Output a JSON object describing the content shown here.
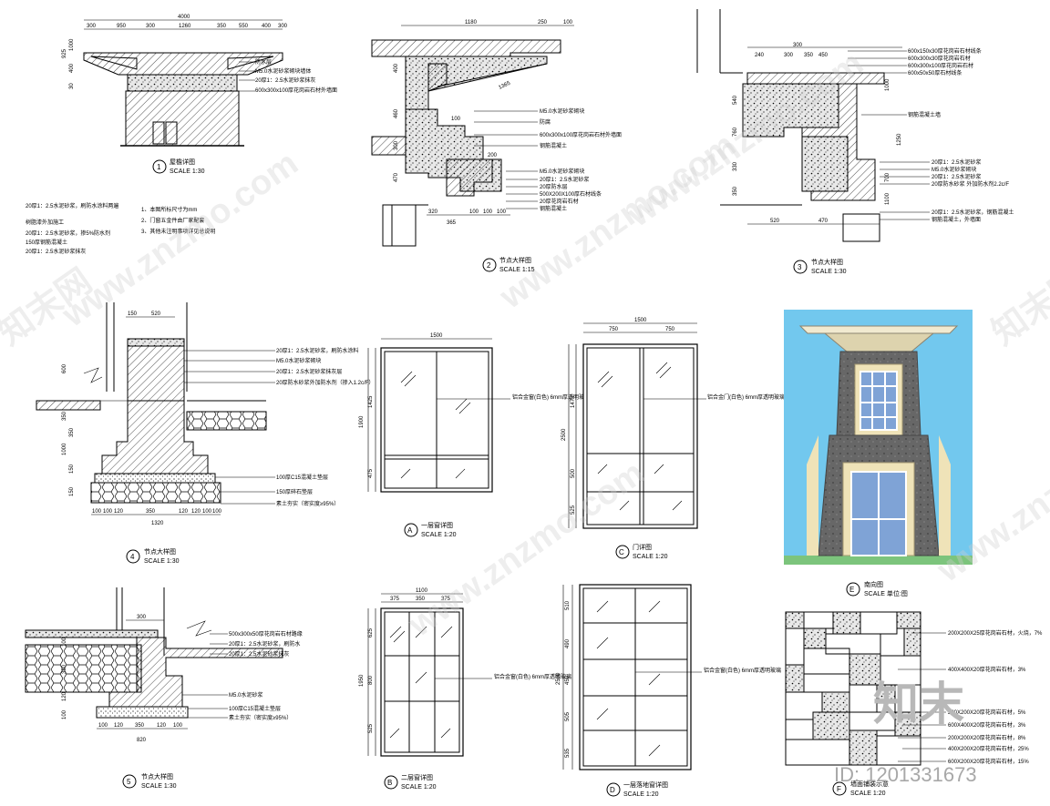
{
  "legend_notes": [
    "20厚1：2.5水泥砂浆，刷防水涂料两遍",
    "树脂漆外加施工",
    "20厚1：2.5水泥砂浆，掺5%防水剂",
    "150厚钢筋混凝土",
    "20厚1：2.5水泥砂浆抹灰"
  ],
  "legend_notes2": [
    "1、本图所标尺寸为mm",
    "2、门窗五金件由厂家配套",
    "3、其他未注明事项详见总说明"
  ],
  "panels": {
    "p1": {
      "num": "1",
      "title": "屋檐详图",
      "scale": "SCALE  1:30",
      "dims_top": [
        "4000"
      ],
      "dims_sub": [
        "300",
        "950",
        "300",
        "1260",
        "350",
        "550",
        "400",
        "300"
      ],
      "dims_left": [
        "925",
        "1000",
        "400",
        "30"
      ],
      "labels": [
        "防水层",
        "M5.0水泥砂浆砌块墙体",
        "20厚1：2.5水泥砂浆抹灰",
        "600x300x100厚花岗岩石材外墙面"
      ]
    },
    "p2": {
      "num": "2",
      "title": "节点大样图",
      "scale": "SCALE  1:15",
      "dims_top": [
        "1180",
        "250",
        "100"
      ],
      "dims_left": [
        "400",
        "460",
        "300",
        "470"
      ],
      "dims_bottom": [
        "320",
        "365",
        "100",
        "100",
        "100"
      ],
      "labels": [
        "M5.0水泥砂浆砌块",
        "防腐",
        "600x300x100厚花岗岩石材外墙面",
        "钢筋混凝土",
        "M5.0水泥砂浆砌块",
        "20厚1：2.5水泥砂浆",
        "20厚防水层",
        "500X200X100厚石材线条",
        "20厚花岗岩石材",
        "钢筋混凝土"
      ],
      "dim_mid": [
        "1365",
        "200",
        "100"
      ]
    },
    "p3": {
      "num": "3",
      "title": "节点大样图",
      "scale": "SCALE  1:30",
      "dims_top": [
        "300",
        "240",
        "300",
        "350",
        "450"
      ],
      "dims_left": [
        "540",
        "760",
        "330",
        "350"
      ],
      "dims_bottom": [
        "520",
        "470"
      ],
      "labels": [
        "600x150x30厚花岗岩石材线条",
        "600x300x30厚花岗岩石材",
        "600x300x100厚花岗岩石材",
        "600x50x50厚石材线条",
        "钢筋混凝土墙",
        "20厚1：2.5水泥砂浆",
        "M5.0水泥砂浆砌块",
        "20厚1：2.5水泥砂浆",
        "20厚防水砂浆 外加防水剂2.2c/F",
        "20厚1：2.5水泥砂浆，钢筋混凝土",
        "钢筋混凝土，外墙面"
      ],
      "dims_right": [
        "1000",
        "1250",
        "700",
        "1100"
      ]
    },
    "p4": {
      "num": "4",
      "title": "节点大样图",
      "scale": "SCALE  1:30",
      "dims_top": [
        "150",
        "520"
      ],
      "dims_left": [
        "600",
        "350",
        "1000",
        "350",
        "150",
        "150"
      ],
      "dims_bottom": [
        "1320"
      ],
      "dims_bottom_sub": [
        "100",
        "100",
        "120",
        "350",
        "120",
        "120",
        "100",
        "100"
      ],
      "labels": [
        "20厚1：2.5水泥砂浆，刷防水涂料",
        "M5.0水泥砂浆砌块",
        "20厚1：2.5水泥砂浆抹灰层",
        "20厚防水砂浆外加防水剂（掺入1.2c/F）",
        "100厚C15混凝土垫层",
        "150厚碎石垫层",
        "素土夯实（密实度≥95%）"
      ]
    },
    "A": {
      "num": "A",
      "title": "一层窗详图",
      "scale": "SCALE  1:20",
      "width": "1500",
      "height": "1900",
      "sub_h": [
        "1425",
        "475"
      ],
      "label": "铝合金窗(白色) 6mm厚透明玻璃"
    },
    "C": {
      "num": "C",
      "title": "门详图",
      "scale": "SCALE  1:20",
      "width": "1500",
      "sub_w": [
        "750",
        "750"
      ],
      "height": "2500",
      "sub_h": [
        "1475",
        "500",
        "525"
      ],
      "label": "铝合金门(白色) 6mm厚透明玻璃"
    },
    "E": {
      "num": "E",
      "title": "南向图",
      "scale": "SCALE  单位:图"
    },
    "p5": {
      "num": "5",
      "title": "节点大样图",
      "scale": "SCALE  1:30",
      "dims_top": [
        "300"
      ],
      "dims_left": [
        "100",
        "350",
        "120",
        "100"
      ],
      "dims_bottom": [
        "820"
      ],
      "dims_bottom_sub": [
        "100",
        "120",
        "350",
        "120",
        "100"
      ],
      "labels": [
        "500x300x50厚花岗岩石材路缘",
        "20厚1：2.5水泥砂浆，刷防水",
        "20厚1：2.5水泥砂浆抹灰",
        "M5.0水泥砂浆",
        "100厚C15混凝土垫层",
        "素土夯实（密实度≥95%）"
      ]
    },
    "B": {
      "num": "B",
      "title": "二层窗详图",
      "scale": "SCALE  1:20",
      "width": "1100",
      "sub_w": [
        "375",
        "350",
        "375"
      ],
      "height": "1950",
      "sub_h": [
        "625",
        "800",
        "525"
      ],
      "label": "铝合金窗(白色) 6mm厚透明玻璃"
    },
    "D": {
      "num": "D",
      "title": "一层落地窗详图",
      "scale": "SCALE  1:20",
      "height": "2500",
      "sub_h": [
        "510",
        "490",
        "450",
        "505",
        "535"
      ],
      "label": "铝合金窗(白色) 6mm厚透明玻璃"
    },
    "F": {
      "num": "F",
      "title": "墙面铺装示意",
      "scale": "SCALE  1:20",
      "labels": [
        "200X200X25厚花岗岩石材，火烧，7%",
        "400X400X20厚花岗岩石材，3%",
        "200X200X20厚花岗岩石材，5%",
        "600X400X20厚花岗岩石材，3%",
        "200X200X20厚花岗岩石材，8%",
        "400X200X20厚花岗岩石材，25%",
        "600X200X20厚花岗岩石材，15%"
      ]
    }
  },
  "watermarks": [
    "www.znzmo.com",
    "www.znzmo.com",
    "www.znzmo.com",
    "www.znzmo.com",
    "www.znzmo.com",
    "知末网",
    "知末网"
  ],
  "brand": "知末",
  "id_text": "ID: 1201331673",
  "colors": {
    "sky": "#72c8ee",
    "grass": "#7cc47c",
    "stone_dark": "#5d5d5d",
    "stone_light": "#8d8d8d",
    "trim": "#efe3b8",
    "glass_blue": "#7fa3d6"
  }
}
